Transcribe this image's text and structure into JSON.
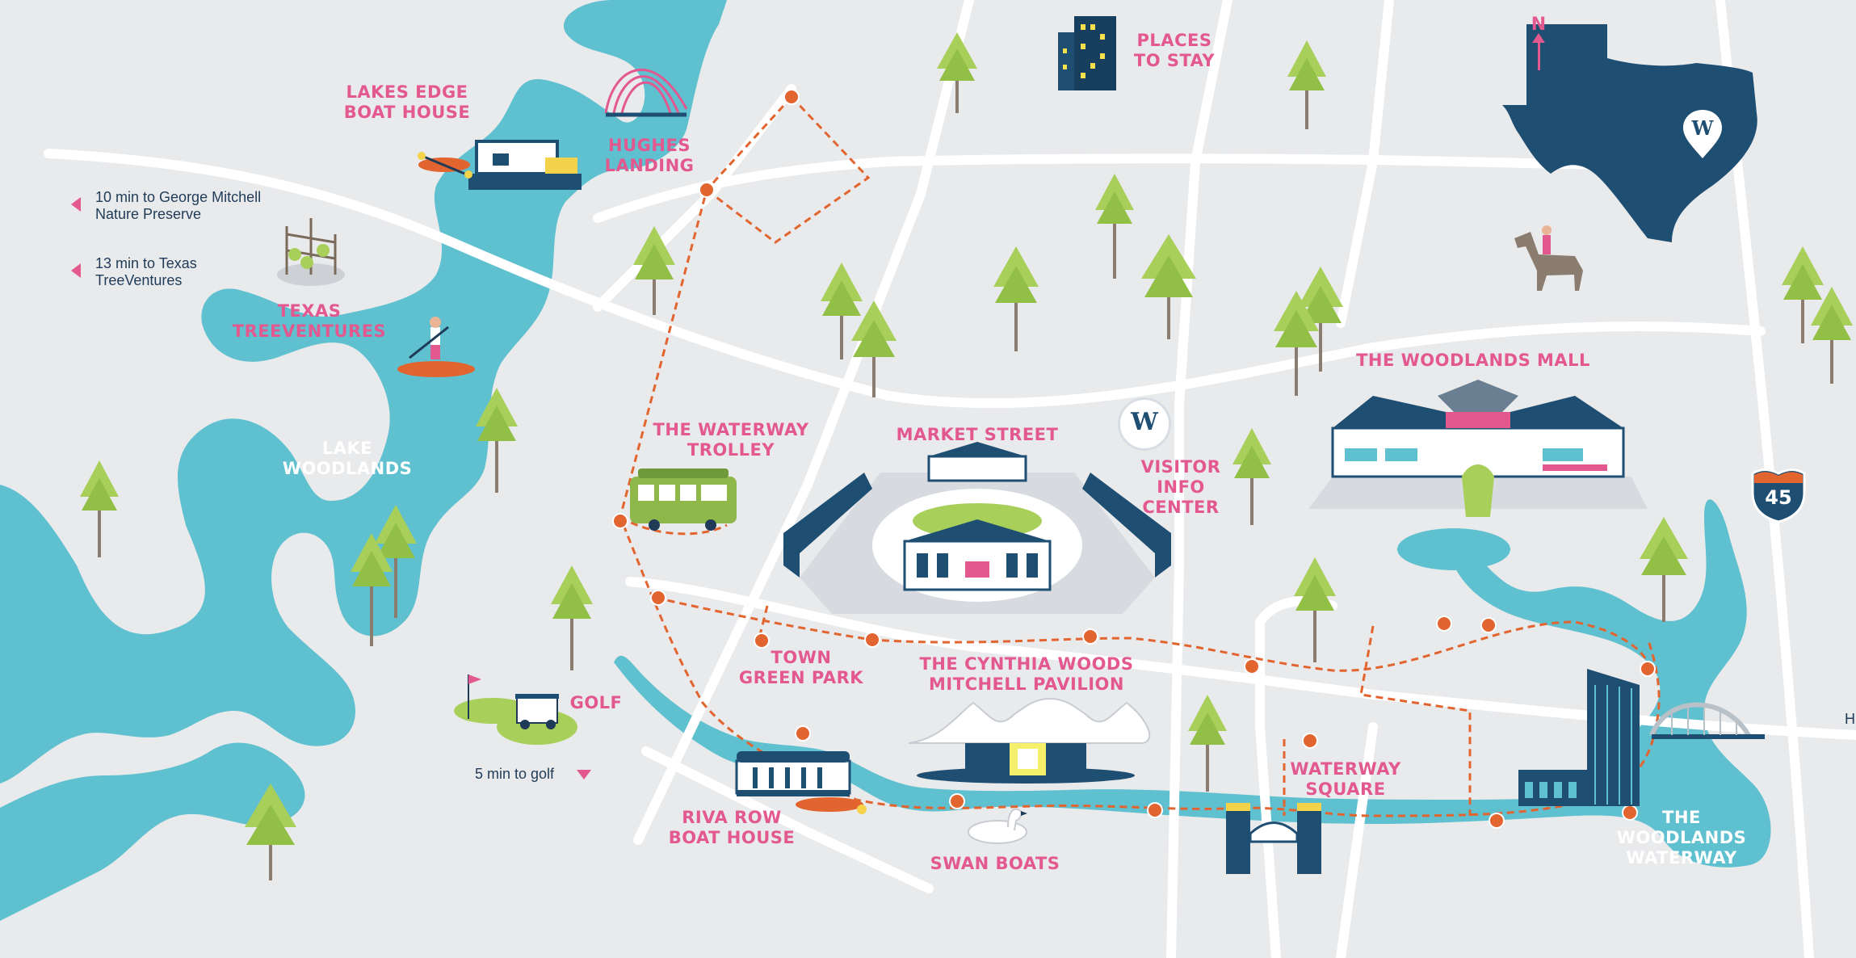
{
  "colors": {
    "background": "#e9eaec",
    "water": "#5fc0cf",
    "road": "#ffffff",
    "label_pink": "#e2588f",
    "trolley_route": "#e2642f",
    "navy": "#1f4e73",
    "tree_green": "#a8cf5a",
    "text_dark": "#1f3b57"
  },
  "north": {
    "label": "N",
    "icon": "north-arrow-icon"
  },
  "labels": {
    "lakes_edge": [
      "LAKES EDGE",
      "BOAT HOUSE"
    ],
    "hughes": [
      "HUGHES",
      "LANDING"
    ],
    "places_to_stay": [
      "PLACES",
      "TO STAY"
    ],
    "texas_treeventures": [
      "TEXAS",
      "TREEVENTURES"
    ],
    "lake_woodlands": [
      "LAKE",
      "WOODLANDS"
    ],
    "waterway_trolley": [
      "THE WATERWAY",
      "TROLLEY"
    ],
    "market_street": [
      "MARKET STREET"
    ],
    "visitor_info": [
      "VISITOR",
      "INFO",
      "CENTER"
    ],
    "woodlands_mall": [
      "THE WOODLANDS MALL"
    ],
    "town_green": [
      "TOWN",
      "GREEN PARK"
    ],
    "pavilion": [
      "THE CYNTHIA WOODS",
      "MITCHELL PAVILION"
    ],
    "golf": [
      "GOLF"
    ],
    "riva_row": [
      "RIVA ROW",
      "BOAT HOUSE"
    ],
    "swan_boats": [
      "SWAN BOATS"
    ],
    "waterway_square": [
      "WATERWAY",
      "SQUARE"
    ],
    "woodlands_waterway": [
      "THE",
      "WOODLANDS",
      "WATERWAY"
    ]
  },
  "notes": {
    "mitchell": [
      "10 min to George Mitchell",
      "Nature Preserve"
    ],
    "treeventures": [
      "13 min to Texas",
      "TreeVentures"
    ],
    "golf": [
      "5 min to golf"
    ]
  },
  "badges": {
    "the_woodlands_w": "W",
    "visitor_w": "W",
    "interstate": "45"
  },
  "edge_text": "H",
  "icons": [
    "north-arrow-icon",
    "hotel-icon",
    "boat-house-icon",
    "kayak-icon",
    "paddleboard-icon",
    "zipline-icon",
    "trolley-icon",
    "shopping-district-icon",
    "mall-icon",
    "pavilion-icon",
    "golf-cart-icon",
    "golf-flag-icon",
    "swan-boat-icon",
    "bridge-icon",
    "office-tower-icon",
    "horse-rider-icon",
    "texas-state-icon",
    "location-pin-icon",
    "interstate-shield-icon",
    "tree-icon"
  ]
}
